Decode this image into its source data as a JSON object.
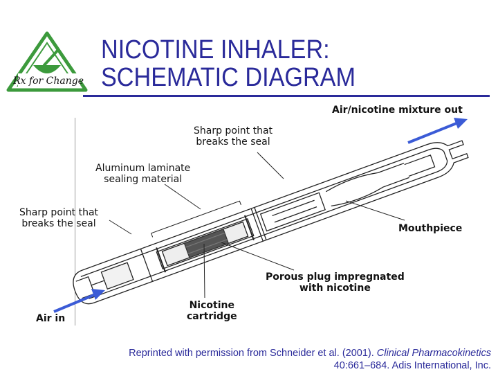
{
  "logo": {
    "text": "Rx for Change"
  },
  "title": {
    "line1": "NICOTINE INHALER:",
    "line2": "SCHEMATIC DIAGRAM"
  },
  "labels": {
    "air_out": "Air/nicotine mixture out",
    "sharp_top_1": "Sharp point that",
    "sharp_top_2": "breaks the seal",
    "alum_1": "Aluminum laminate",
    "alum_2": "sealing material",
    "sharp_left_1": "Sharp point that",
    "sharp_left_2": "breaks the seal",
    "mouthpiece": "Mouthpiece",
    "plug_1": "Porous plug impregnated",
    "plug_2": "with nicotine",
    "cart_1": "Nicotine",
    "cart_2": "cartridge",
    "air_in": "Air in"
  },
  "credit": {
    "line1_prefix": "Reprinted with permission from Schneider et al. (2001). ",
    "line1_journal": "Clinical Pharmacokinetics",
    "line2": "40:661–684. Adis International, Inc."
  },
  "colors": {
    "title": "#2a2a9a",
    "arrow": "#3b5bd6",
    "logo_green": "#3c9a3c"
  }
}
